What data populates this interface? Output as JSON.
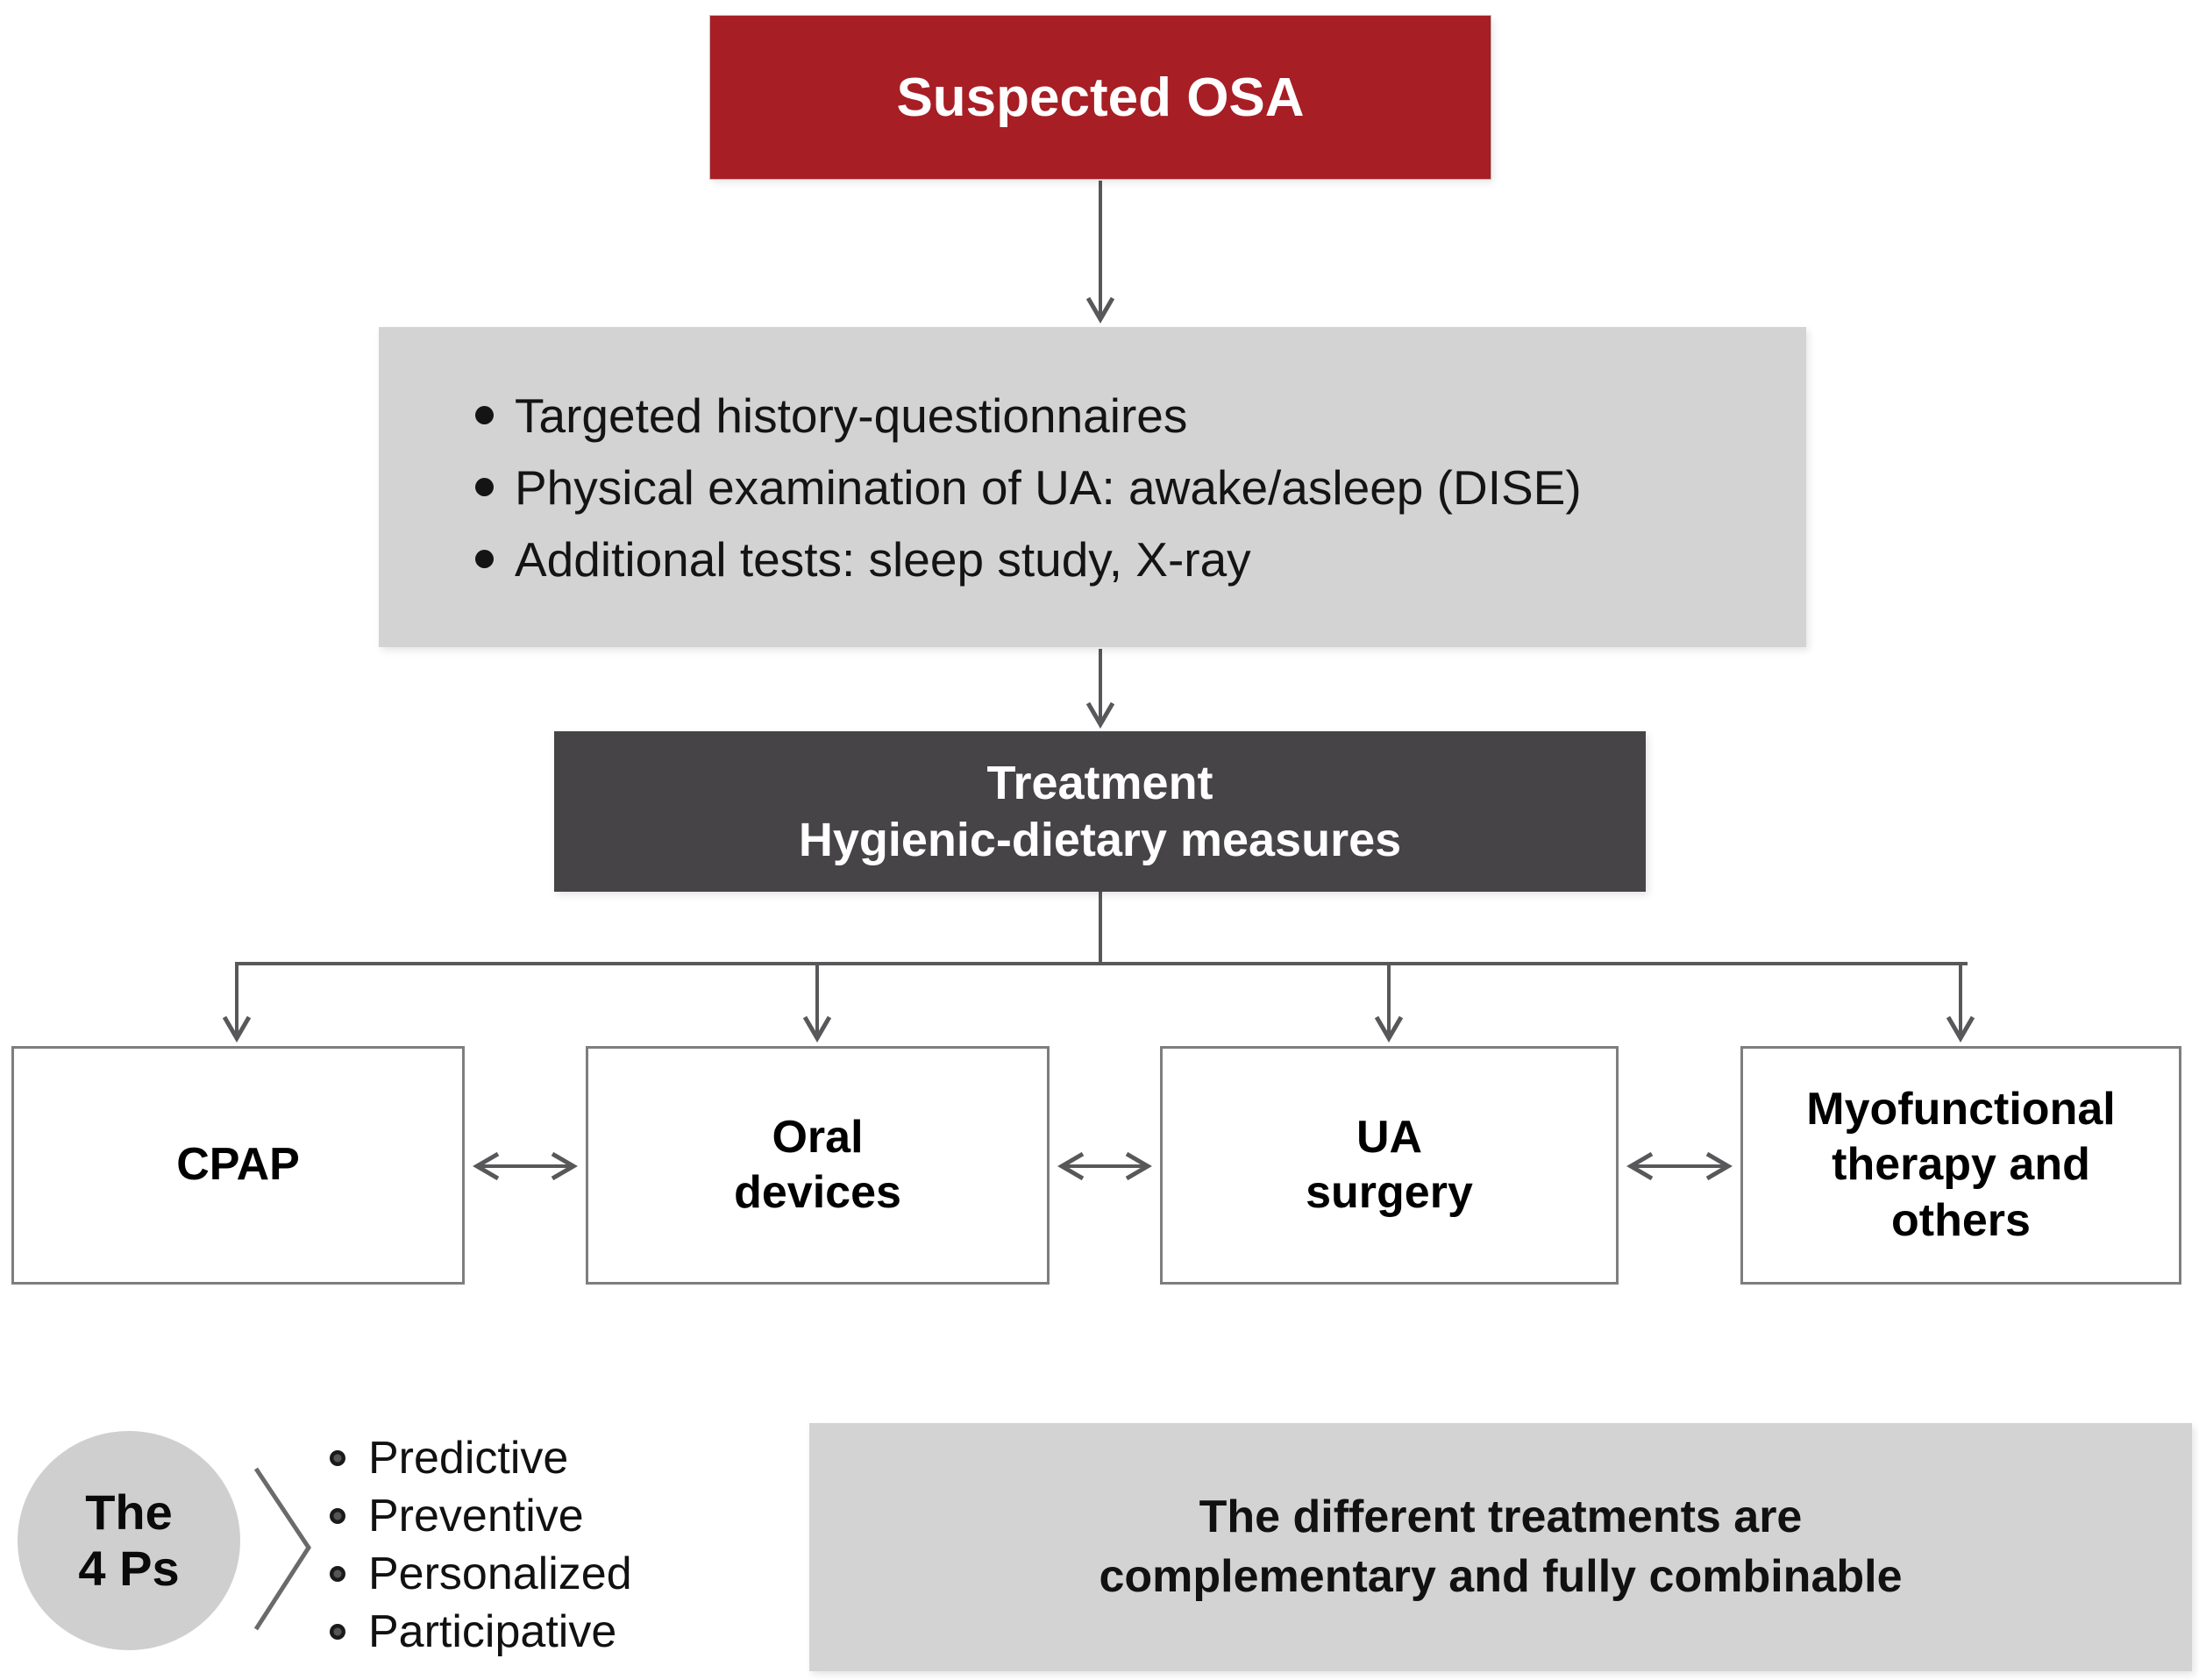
{
  "figure": {
    "title_box": {
      "label": "Suspected OSA"
    },
    "assessment_box": {
      "bullets": [
        "Targeted history-questionnaires",
        "Physical examination of UA: awake/asleep (DISE)",
        "Additional tests: sleep study, X-ray"
      ]
    },
    "treatment_box": {
      "lines": [
        "Treatment",
        "Hygienic-dietary measures"
      ]
    },
    "options": {
      "cpap": {
        "lines": [
          "CPAP"
        ]
      },
      "oral_devices": {
        "lines": [
          "Oral",
          "devices"
        ]
      },
      "ua_surgery": {
        "lines": [
          "UA",
          "surgery"
        ]
      },
      "myofunctional": {
        "lines": [
          "Myofunctional",
          "therapy and",
          "others"
        ]
      }
    },
    "four_ps": {
      "circle_lines": [
        "The",
        "4 Ps"
      ],
      "items": [
        "Predictive",
        "Preventive",
        "Personalized",
        "Participative"
      ]
    },
    "note_box": {
      "lines": [
        "The different treatments are",
        "complementary and fully combinable"
      ]
    }
  },
  "colors": {
    "accent_red": "#a71e25",
    "dark_gray": "#464446",
    "light_gray": "#d3d3d3",
    "circle_gray": "#cfcfcf",
    "box_border_gray": "#7e7e7e",
    "line_gray": "#58585a"
  }
}
